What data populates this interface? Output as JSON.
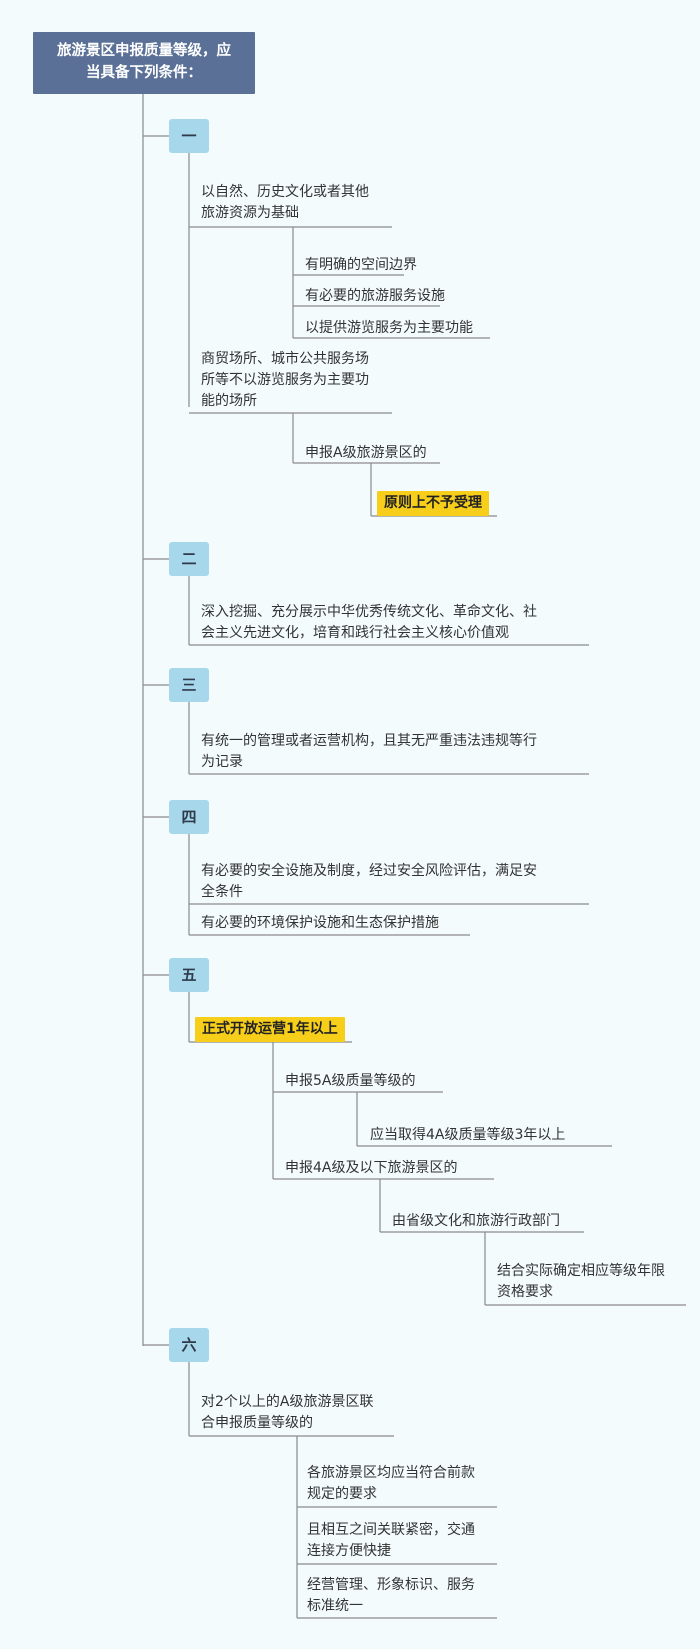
{
  "root": {
    "line1": "旅游景区申报质量等级，应",
    "line2": "当具备下列条件："
  },
  "sections": [
    {
      "label": "一"
    },
    {
      "label": "二"
    },
    {
      "label": "三"
    },
    {
      "label": "四"
    },
    {
      "label": "五"
    },
    {
      "label": "六"
    }
  ],
  "s1": {
    "a": {
      "line1": "以自然、历史文化或者其他",
      "line2": "旅游资源为基础"
    },
    "a_children": [
      "有明确的空间边界",
      "有必要的旅游服务设施",
      "以提供游览服务为主要功能"
    ],
    "b": {
      "line1": "商贸场所、城市公共服务场",
      "line2": "所等不以游览服务为主要功",
      "line3": "能的场所"
    },
    "b_child": "申报A级旅游景区的",
    "b_grandchild": "原则上不予受理"
  },
  "s2": {
    "line1": "深入挖掘、充分展示中华优秀传统文化、革命文化、社",
    "line2": "会主义先进文化，培育和践行社会主义核心价值观"
  },
  "s3": {
    "line1": "有统一的管理或者运营机构，且其无严重违法违规等行",
    "line2": "为记录"
  },
  "s4": {
    "a": {
      "line1": "有必要的安全设施及制度，经过安全风险评估，满足安",
      "line2": "全条件"
    },
    "b": "有必要的环境保护设施和生态保护措施"
  },
  "s5": {
    "main": "正式开放运营1年以上",
    "c1": "申报5A级质量等级的",
    "c1_child": "应当取得4A级质量等级3年以上",
    "c2": "申报4A级及以下旅游景区的",
    "c2_child": "由省级文化和旅游行政部门",
    "c2_grandchild": {
      "line1": "结合实际确定相应等级年限",
      "line2": "资格要求"
    }
  },
  "s6": {
    "main": {
      "line1": "对2个以上的A级旅游景区联",
      "line2": "合申报质量等级的"
    },
    "children": [
      {
        "line1": "各旅游景区均应当符合前款",
        "line2": "规定的要求"
      },
      {
        "line1": "且相互之间关联紧密，交通",
        "line2": "连接方便快捷"
      },
      {
        "line1": "经营管理、形象标识、服务",
        "line2": "标准统一"
      }
    ]
  },
  "colors": {
    "root_bg": "#5a7096",
    "section_bg": "#a7d7ea",
    "highlight": "#f7cf1b",
    "line": "#8a8a8a",
    "background": "#f3fbfd"
  }
}
